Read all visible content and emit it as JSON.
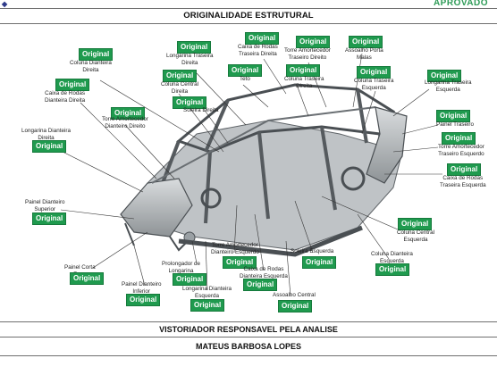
{
  "header": {
    "status": "APROVADO",
    "title": "ORIGINALIDADE ESTRUTURAL"
  },
  "status_label": "Original",
  "colors": {
    "badge": "#1f9a4e",
    "status": "#2e9b57"
  },
  "parts": [
    "Coluna Dianteira Direita",
    "Longarina Traseira Direita",
    "Caixa de Rodas Traseira Direita",
    "Torre Amortecedor Traseiro Direito",
    "Assoalho Porta Malas",
    "Caixa de Rodas Dianteira Direita",
    "Coluna Central Direita",
    "Teto",
    "Coluna Traseira Direita",
    "Coluna Traseira Esquerda",
    "Longarina Traseira Esquerda",
    "Torre Amortecedor Dianteiro Direito",
    "Soleira Direita",
    "Painel Traseiro",
    "Longarina Dianteira Direita",
    "Torre Amortecedor Traseiro Esquerdo",
    "Caixa de Rodas Traseira Esquerda",
    "Painel Dianteiro Superior",
    "Coluna Central Esquerda",
    "Torre Amortecedor Dianteiro Esquerdo",
    "Soleira Esquerda",
    "Coluna Dianteira Esquerda",
    "Prolongador de Longarina",
    "Caixa de Rodas Dianteira Esquerda",
    "Painel Corta Fogo",
    "Longarina Dianteira Esquerda",
    "Painel Dianteiro Inferior",
    "Assoalho Central"
  ],
  "footer": {
    "inspector_title": "VISTORIADOR RESPONSAVEL PELA ANALISE",
    "inspector_name": "MATEUS BARBOSA LOPES"
  }
}
